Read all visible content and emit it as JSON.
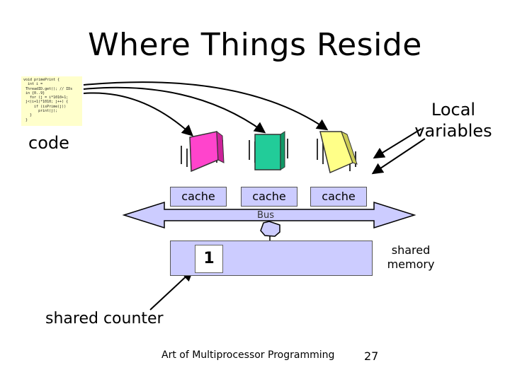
{
  "title": "Where Things Reside",
  "code_snippet": "void primePrint {\n  int i =\n ThreadID.get(); // IDs\n in {0..9}\n   for (j = i*1010+1;\n j<(i+1)*1010; j++) {\n     if (isPrime(j))\n       print(j);\n   }\n }",
  "labels": {
    "code": "code",
    "local_line1": "Local",
    "local_line2": "variables",
    "bus": "Bus",
    "memory_line1": "shared",
    "memory_line2": "memory",
    "counter_value": "1",
    "counter": "shared counter"
  },
  "caches": [
    {
      "label": "cache"
    },
    {
      "label": "cache"
    },
    {
      "label": "cache"
    }
  ],
  "processor_colors": [
    "#ff44cc",
    "#22cc99",
    "#ffff88"
  ],
  "footer": "Art of Multiprocessor Programming",
  "page_number": "27"
}
